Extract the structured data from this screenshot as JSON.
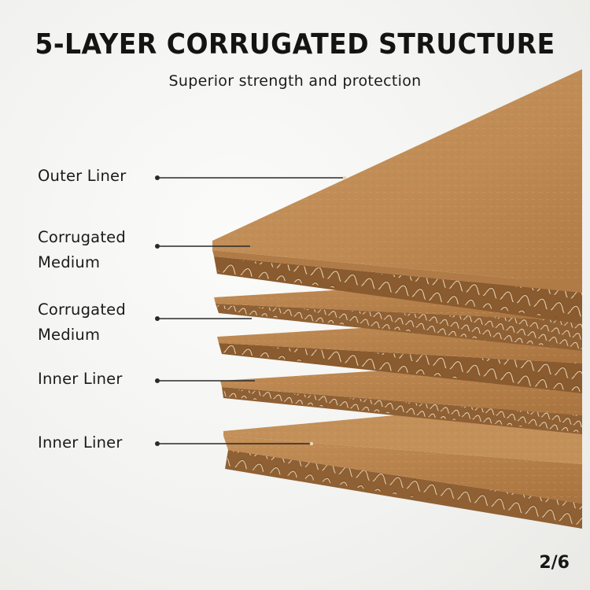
{
  "header": {
    "title": "5-LAYER CORRUGATED STRUCTURE",
    "subtitle": "Superior strength and protection"
  },
  "labels": [
    {
      "line1": "Outer Liner",
      "line2": ""
    },
    {
      "line1": "Corrugated",
      "line2": "Medium"
    },
    {
      "line1": "Corrugated",
      "line2": "Medium"
    },
    {
      "line1": "Inner Liner",
      "line2": ""
    },
    {
      "line1": "Inner Liner",
      "line2": ""
    }
  ],
  "page_indicator": "2/6",
  "colors": {
    "kraft": "#c8945c",
    "kraft_dark": "#9c6a3a",
    "kraft_light": "#dcb384",
    "text": "#1a1a1a",
    "leader": "#2a2a2a"
  }
}
